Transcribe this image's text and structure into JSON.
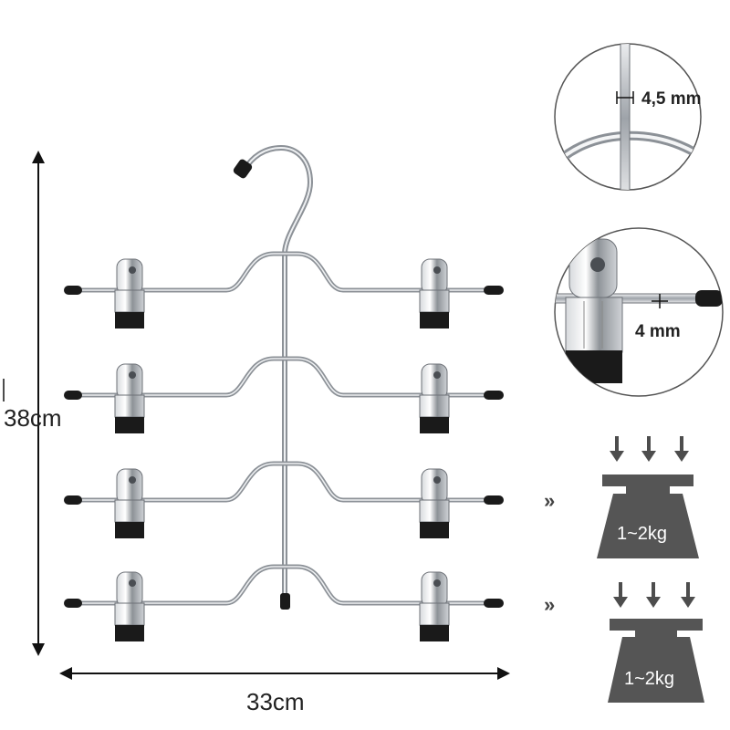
{
  "dimensions": {
    "height": "38cm",
    "width": "33cm"
  },
  "details": {
    "rod_thickness": "4,5 mm",
    "bar_thickness": "4 mm"
  },
  "load": {
    "tier_capacity_1": "1~2kg",
    "tier_capacity_2": "1~2kg"
  },
  "colors": {
    "chrome": "#c9ccd0",
    "chrome_dark": "#6d7177",
    "rubber": "#1a1a1a",
    "weight": "#555555",
    "arrow": "#4d4d4d"
  }
}
